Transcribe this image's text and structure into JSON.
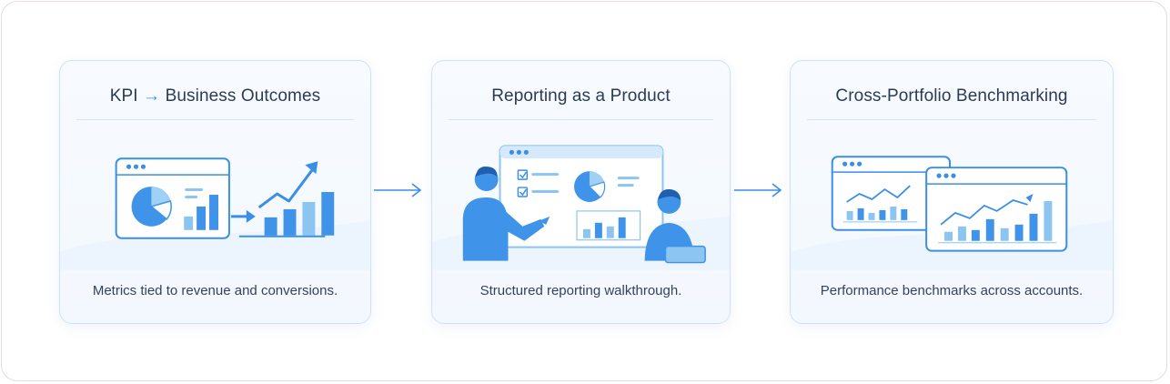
{
  "cards": [
    {
      "title_left": "KPI",
      "title_arrow": "→",
      "title_right": "Business Outcomes",
      "caption": "Metrics tied to revenue and conversions.",
      "illustration_icon": "kpi-dashboard-growth-chart"
    },
    {
      "title": "Reporting as a Product",
      "caption": "Structured reporting walkthrough.",
      "illustration_icon": "presenter-dashboard-walkthrough"
    },
    {
      "title": "Cross-Portfolio Benchmarking",
      "caption": "Performance benchmarks across accounts.",
      "illustration_icon": "comparative-dashboards"
    }
  ],
  "connectors": [
    "arrow-right-icon",
    "arrow-right-icon"
  ],
  "colors": {
    "accent": "#3a8ee6",
    "accent_light": "#8cc4f2",
    "card_border": "#cfe2f5",
    "title_text": "#2c3b52"
  }
}
